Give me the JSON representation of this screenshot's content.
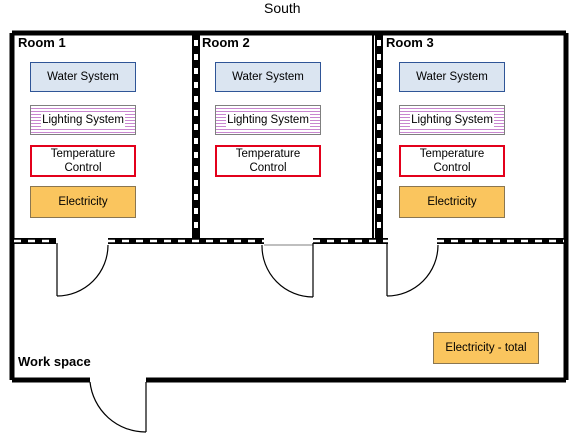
{
  "title": "South",
  "rooms": [
    {
      "label": "Room 1",
      "water": "Water System",
      "lighting": "Lighting System",
      "temp_line1": "Temperature",
      "temp_line2": "Control",
      "electricity": "Electricity"
    },
    {
      "label": "Room 2",
      "water": "Water System",
      "lighting": "Lighting System",
      "temp_line1": "Temperature",
      "temp_line2": "Control"
    },
    {
      "label": "Room 3",
      "water": "Water System",
      "lighting": "Lighting System",
      "temp_line1": "Temperature",
      "temp_line2": "Control",
      "electricity": "Electricity"
    }
  ],
  "workspace": {
    "label": "Work space",
    "electricity_total": "Electricity - total"
  },
  "colors": {
    "wall": "#000000",
    "water_fill": "#dbe5f1",
    "water_border": "#2f5597",
    "lighting_stripe": "#c986d0",
    "temp_border": "#e3001b",
    "electricity_fill": "#fac55e"
  }
}
